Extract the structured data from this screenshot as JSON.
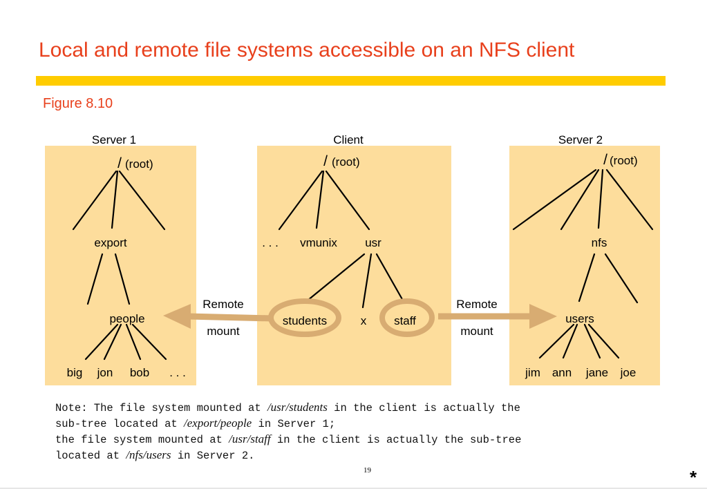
{
  "title": "Local and remote file systems accessible on an NFS client",
  "figure_label": "Figure 8.10",
  "colors": {
    "title": "#e8401c",
    "rule": "#ffcc00",
    "panel": "#fddd9c",
    "arrow": "#d8ac72"
  },
  "diagram": {
    "server1": {
      "name": "Server 1",
      "root_slash": "/",
      "root_label": "(root)",
      "export": "export",
      "people": "people",
      "leaves": [
        "big",
        "jon",
        "bob",
        ". . ."
      ]
    },
    "client": {
      "name": "Client",
      "root_slash": "/",
      "root_label": "(root)",
      "dots": ". . .",
      "vmunix": "vmunix",
      "usr": "usr",
      "students": "students",
      "x": "x",
      "staff": "staff"
    },
    "server2": {
      "name": "Server 2",
      "root_slash": "/",
      "root_label": "(root)",
      "nfs": "nfs",
      "users": "users",
      "leaves": [
        "jim",
        "ann",
        "jane",
        "joe"
      ]
    },
    "mount_left": {
      "line1": "Remote",
      "line2": "mount"
    },
    "mount_right": {
      "line1": "Remote",
      "line2": "mount"
    }
  },
  "note": {
    "p1": "Note: The file system mounted at ",
    "path1": "/usr/students",
    "p2": " in the client is actually the",
    "p3": "sub-tree located at ",
    "path2": "/export/people",
    "p4": " in Server 1;",
    "p5": "the file system mounted at ",
    "path3": "/usr/staff",
    "p6": " in the client is actually the sub-tree",
    "p7": "located at ",
    "path4": "/nfs/users",
    "p8": " in Server 2."
  },
  "page_number": "19",
  "corner_mark": "*"
}
